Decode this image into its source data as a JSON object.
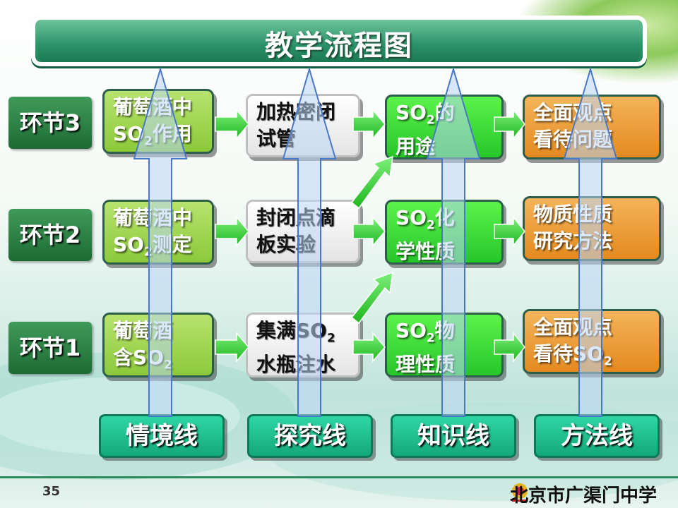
{
  "title": "教学流程图",
  "stages": [
    {
      "label": "环节3"
    },
    {
      "label": "环节2"
    },
    {
      "label": "环节1"
    }
  ],
  "context_line": {
    "name": "情境线",
    "boxes": [
      {
        "pre": "葡萄酒中\nSO",
        "sub": "2",
        "post": "作用"
      },
      {
        "pre": "葡萄酒中\nSO",
        "sub": "2",
        "post": "测定"
      },
      {
        "pre": "葡萄酒\n含SO",
        "sub": "2",
        "post": ""
      }
    ]
  },
  "inquiry_line": {
    "name": "探究线",
    "boxes": [
      {
        "pre": "加热密闭\n试管",
        "sub": "",
        "post": ""
      },
      {
        "pre": "封闭点滴\n板实验",
        "sub": "",
        "post": ""
      },
      {
        "pre": "集满SO",
        "sub": "2",
        "post": "\n水瓶注水"
      }
    ]
  },
  "knowledge_line": {
    "name": "知识线",
    "boxes": [
      {
        "pre": "SO",
        "sub": "2",
        "post": "的\n用途"
      },
      {
        "pre": "SO",
        "sub": "2",
        "post": "化\n学性质"
      },
      {
        "pre": "SO",
        "sub": "2",
        "post": "物\n理性质"
      }
    ]
  },
  "method_line": {
    "name": "方法线",
    "boxes": [
      {
        "pre": "全面观点\n看待问题",
        "sub": "",
        "post": ""
      },
      {
        "pre": "物质性质\n研究方法",
        "sub": "",
        "post": ""
      },
      {
        "pre": "全面观点\n看待SO",
        "sub": "2",
        "post": ""
      }
    ]
  },
  "footer": {
    "page_number": "35",
    "school": "北京市广渠门中学"
  },
  "colors": {
    "title_bar": "#2e9a6c",
    "stage": "#2f8a4a",
    "context": "#9bd24a",
    "inquiry": "#f0f0f0",
    "knowledge": "#3be03a",
    "method": "#eb9a34",
    "line_button": "#1fbf8e",
    "arrow": "#33dd33"
  }
}
